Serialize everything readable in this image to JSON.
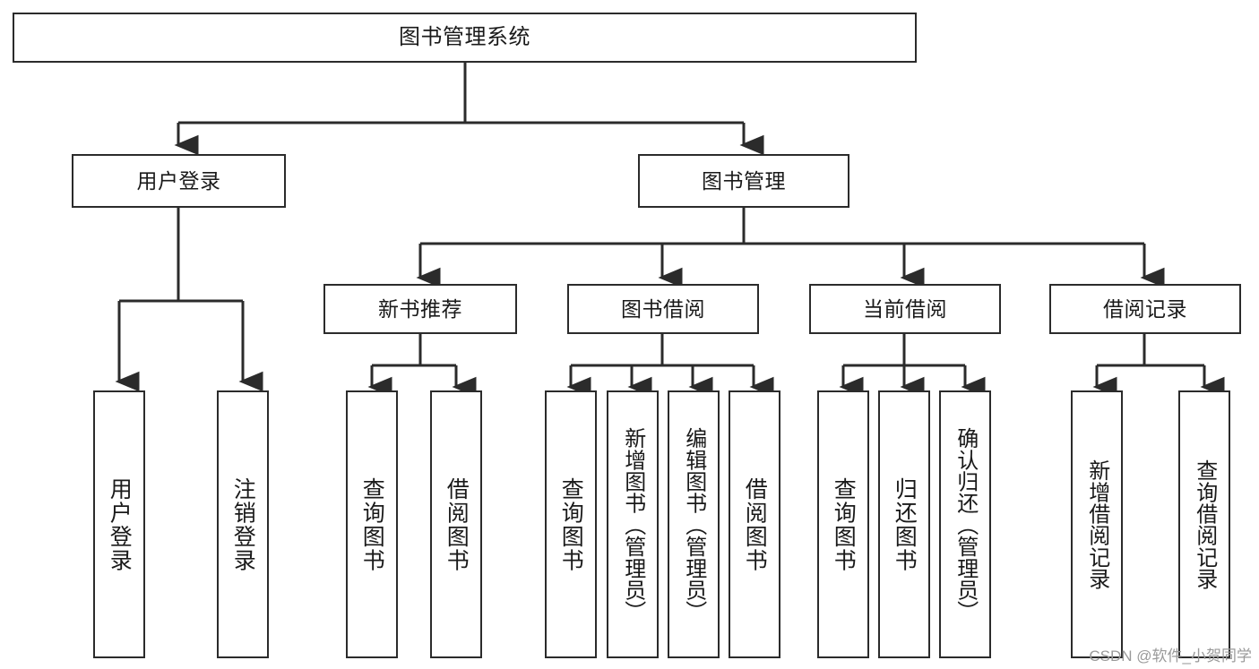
{
  "diagram": {
    "title": "图书管理系统",
    "type": "hierarchy-tree",
    "root": {
      "label": "图书管理系统"
    },
    "level2": [
      {
        "label": "用户登录"
      },
      {
        "label": "图书管理"
      }
    ],
    "level3": [
      {
        "label": "新书推荐"
      },
      {
        "label": "图书借阅"
      },
      {
        "label": "当前借阅"
      },
      {
        "label": "借阅记录"
      }
    ],
    "leaves": {
      "user_login": [
        {
          "label": "用户登录"
        },
        {
          "label": "注销登录"
        }
      ],
      "new_book_recommend": [
        {
          "label": "查询图书"
        },
        {
          "label": "借阅图书"
        }
      ],
      "book_borrow": [
        {
          "label": "查询图书"
        },
        {
          "label": "新增图书（管理员）"
        },
        {
          "label": "编辑图书（管理员）"
        },
        {
          "label": "借阅图书"
        }
      ],
      "current_borrow": [
        {
          "label": "查询图书"
        },
        {
          "label": "归还图书"
        },
        {
          "label": "确认归还（管理员）"
        }
      ],
      "borrow_record": [
        {
          "label": "新增借阅记录"
        },
        {
          "label": "查询借阅记录"
        }
      ]
    }
  },
  "watermark": {
    "text": "CSDN @软件_小贺同学"
  },
  "colors": {
    "background": "#ffffff",
    "box_border": "#2b2b2b",
    "connector": "#2b2b2b",
    "text": "#1a1a1a",
    "watermark": "#9a9a9a"
  }
}
